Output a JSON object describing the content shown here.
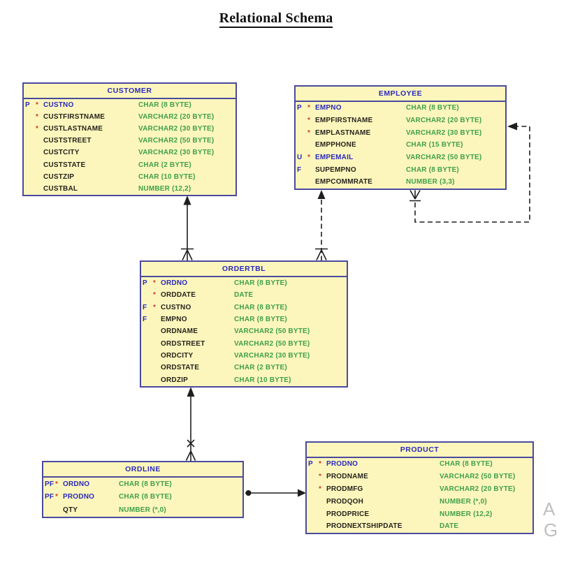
{
  "title": "Relational Schema",
  "tables": {
    "customer": {
      "title": "CUSTOMER",
      "columns": [
        {
          "flags": "P",
          "star": "*",
          "name": "CUSTNO",
          "type": "CHAR (8 BYTE)"
        },
        {
          "flags": "",
          "star": "*",
          "name": "CUSTFIRSTNAME",
          "type": "VARCHAR2 (20 BYTE)"
        },
        {
          "flags": "",
          "star": "*",
          "name": "CUSTLASTNAME",
          "type": "VARCHAR2 (30 BYTE)"
        },
        {
          "flags": "",
          "star": "",
          "name": "CUSTSTREET",
          "type": "VARCHAR2 (50 BYTE)"
        },
        {
          "flags": "",
          "star": "",
          "name": "CUSTCITY",
          "type": "VARCHAR2 (30 BYTE)"
        },
        {
          "flags": "",
          "star": "",
          "name": "CUSTSTATE",
          "type": "CHAR (2 BYTE)"
        },
        {
          "flags": "",
          "star": "",
          "name": "CUSTZIP",
          "type": "CHAR (10 BYTE)"
        },
        {
          "flags": "",
          "star": "",
          "name": "CUSTBAL",
          "type": "NUMBER (12,2)"
        }
      ]
    },
    "employee": {
      "title": "EMPLOYEE",
      "columns": [
        {
          "flags": "P",
          "star": "*",
          "name": "EMPNO",
          "type": "CHAR (8 BYTE)"
        },
        {
          "flags": "",
          "star": "*",
          "name": "EMPFIRSTNAME",
          "type": "VARCHAR2 (20 BYTE)"
        },
        {
          "flags": "",
          "star": "*",
          "name": "EMPLASTNAME",
          "type": "VARCHAR2 (30 BYTE)"
        },
        {
          "flags": "",
          "star": "",
          "name": "EMPPHONE",
          "type": "CHAR (15 BYTE)"
        },
        {
          "flags": "U",
          "star": "*",
          "name": "EMPEMAIL",
          "type": "VARCHAR2 (50 BYTE)"
        },
        {
          "flags": "F",
          "star": "",
          "name": "SUPEMPNO",
          "type": "CHAR (8 BYTE)"
        },
        {
          "flags": "",
          "star": "",
          "name": "EMPCOMMRATE",
          "type": "NUMBER (3,3)"
        }
      ]
    },
    "ordertbl": {
      "title": "ORDERTBL",
      "columns": [
        {
          "flags": "P",
          "star": "*",
          "name": "ORDNO",
          "type": "CHAR (8 BYTE)"
        },
        {
          "flags": "",
          "star": "*",
          "name": "ORDDATE",
          "type": "DATE"
        },
        {
          "flags": "F",
          "star": "*",
          "name": "CUSTNO",
          "type": "CHAR (8 BYTE)"
        },
        {
          "flags": "F",
          "star": "",
          "name": "EMPNO",
          "type": "CHAR (8 BYTE)"
        },
        {
          "flags": "",
          "star": "",
          "name": "ORDNAME",
          "type": "VARCHAR2 (50 BYTE)"
        },
        {
          "flags": "",
          "star": "",
          "name": "ORDSTREET",
          "type": "VARCHAR2 (50 BYTE)"
        },
        {
          "flags": "",
          "star": "",
          "name": "ORDCITY",
          "type": "VARCHAR2 (30 BYTE)"
        },
        {
          "flags": "",
          "star": "",
          "name": "ORDSTATE",
          "type": "CHAR (2 BYTE)"
        },
        {
          "flags": "",
          "star": "",
          "name": "ORDZIP",
          "type": "CHAR (10 BYTE)"
        }
      ]
    },
    "ordline": {
      "title": "ORDLINE",
      "columns": [
        {
          "flags": "PF",
          "star": "*",
          "name": "ORDNO",
          "type": "CHAR (8 BYTE)"
        },
        {
          "flags": "PF",
          "star": "*",
          "name": "PRODNO",
          "type": "CHAR (8 BYTE)"
        },
        {
          "flags": "",
          "star": "",
          "name": "QTY",
          "type": "NUMBER (*,0)"
        }
      ]
    },
    "product": {
      "title": "PRODUCT",
      "columns": [
        {
          "flags": "P",
          "star": "*",
          "name": "PRODNO",
          "type": "CHAR (8 BYTE)"
        },
        {
          "flags": "",
          "star": "*",
          "name": "PRODNAME",
          "type": "VARCHAR2 (50 BYTE)"
        },
        {
          "flags": "",
          "star": "*",
          "name": "PRODMFG",
          "type": "VARCHAR2 (20 BYTE)"
        },
        {
          "flags": "",
          "star": "",
          "name": "PRODQOH",
          "type": "NUMBER (*,0)"
        },
        {
          "flags": "",
          "star": "",
          "name": "PRODPRICE",
          "type": "NUMBER (12,2)"
        },
        {
          "flags": "",
          "star": "",
          "name": "PRODNEXTSHIPDATE",
          "type": "DATE"
        }
      ]
    }
  },
  "relationships": [
    {
      "many_end": "ORDERTBL",
      "one_end": "CUSTOMER",
      "line": "solid"
    },
    {
      "many_end": "ORDERTBL",
      "one_end": "EMPLOYEE",
      "line": "dashed"
    },
    {
      "many_end": "EMPLOYEE",
      "one_end": "EMPLOYEE",
      "line": "dashed"
    },
    {
      "many_end": "ORDLINE",
      "one_end": "ORDERTBL",
      "line": "solid"
    },
    {
      "many_end": "ORDLINE",
      "one_end": "PRODUCT",
      "line": "solid"
    }
  ],
  "watermark": [
    "A",
    "G"
  ],
  "colors": {
    "table_fill": "#fcf6bc",
    "table_border": "#4a4a9e",
    "key_blue": "#2929c0",
    "type_green": "#3fa04a",
    "name_dark": "#26231c",
    "star_red": "#cf3a2a",
    "line_color": "#1e1e1e",
    "watermark_gray": "#bfbfbf",
    "title_color": "#121212"
  }
}
